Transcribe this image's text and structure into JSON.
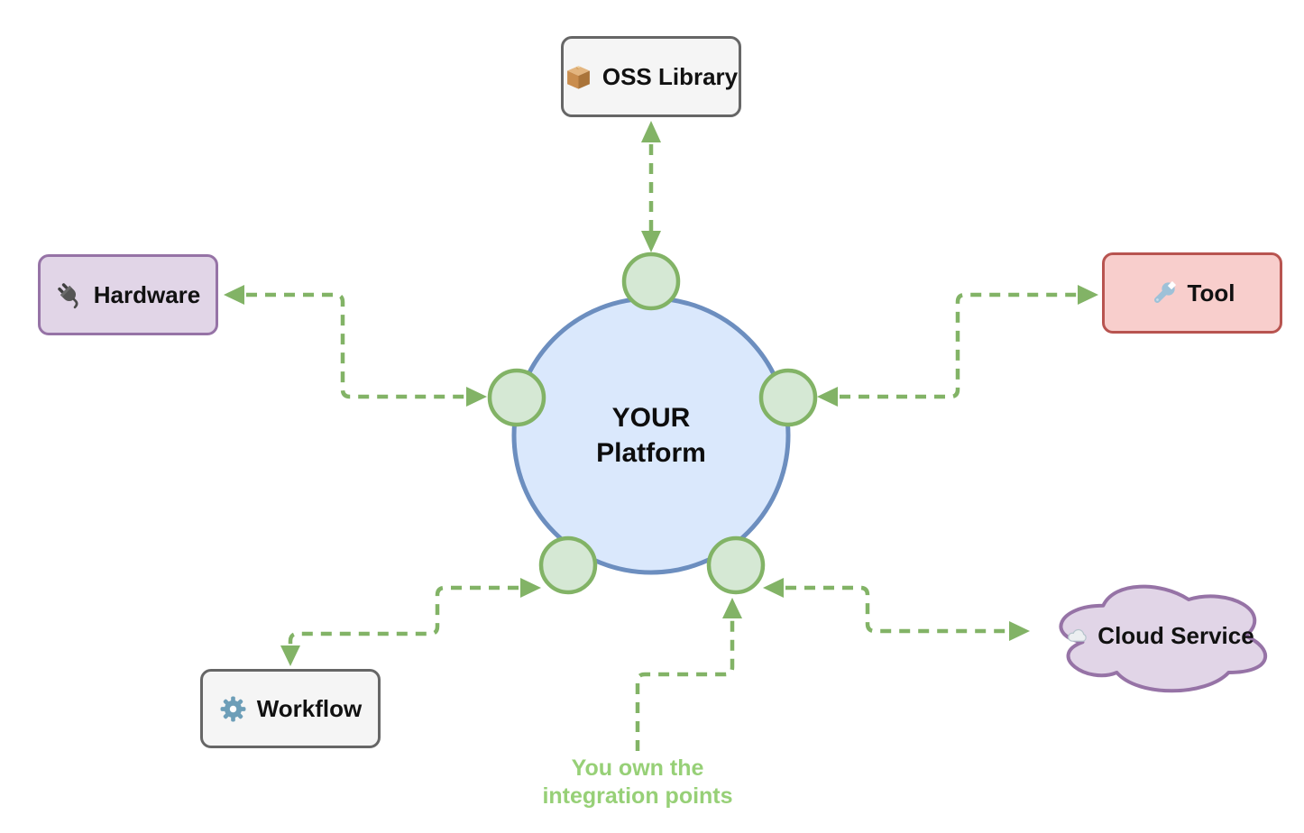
{
  "diagram": {
    "title": "platform integration diagram",
    "center": {
      "label_line1": "YOUR",
      "label_line2": "Platform",
      "fill": "#dae8fc",
      "border": "#6c8ebf"
    },
    "nodes": [
      {
        "id": "oss-library",
        "label": "OSS Library",
        "icon": "package-icon",
        "shape": "rounded-rect",
        "fill": "#f5f5f5",
        "border": "#666666"
      },
      {
        "id": "hardware",
        "label": "Hardware",
        "icon": "plug-icon",
        "shape": "rounded-rect",
        "fill": "#e1d5e7",
        "border": "#9673a6"
      },
      {
        "id": "tool",
        "label": "Tool",
        "icon": "wrench-icon",
        "shape": "rounded-rect",
        "fill": "#f8cecc",
        "border": "#b85450"
      },
      {
        "id": "workflow",
        "label": "Workflow",
        "icon": "gear-icon",
        "shape": "rounded-rect",
        "fill": "#f5f5f5",
        "border": "#666666"
      },
      {
        "id": "cloud-service",
        "label": "Cloud Service",
        "icon": "cloud-icon",
        "shape": "cloud",
        "fill": "#e1d5e7",
        "border": "#9673a6"
      }
    ],
    "ports": {
      "description": "integration point connectors on platform edge",
      "count": 5,
      "fill": "#d5e8d4",
      "border": "#82b366"
    },
    "connectors": {
      "style": "dashed, double-headed block arrows",
      "color": "#82b366"
    },
    "annotation": {
      "text": "You own the\nintegration points",
      "color": "#97d077"
    }
  }
}
